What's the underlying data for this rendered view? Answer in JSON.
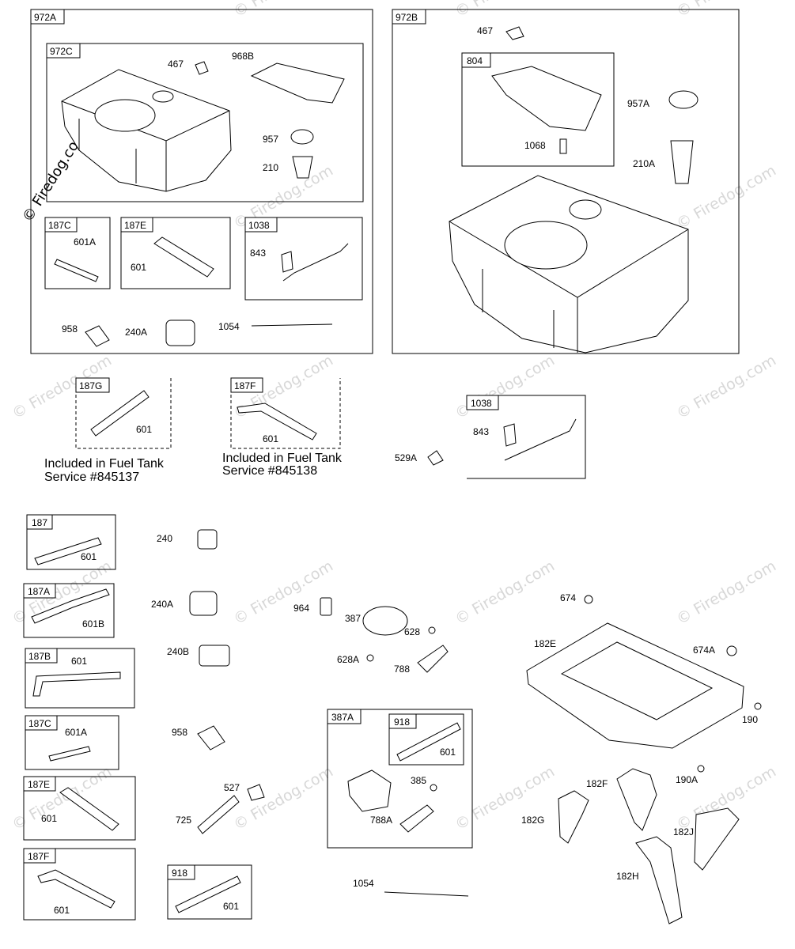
{
  "watermark": {
    "site": "Firedog.com",
    "mark": "© Firedog.com"
  },
  "kits": {
    "k972A": "972A",
    "k972C": "972C",
    "k972B": "972B",
    "k804": "804",
    "k187C_top": "187C",
    "k187E_top": "187E",
    "k1038_top": "1038",
    "k187G": "187G",
    "k187F_top": "187F",
    "k1038_mid": "1038",
    "k187": "187",
    "k187A": "187A",
    "k187B": "187B",
    "k187C": "187C",
    "k187E": "187E",
    "k187F": "187F",
    "k918": "918",
    "k387A": "387A",
    "k918_inner": "918"
  },
  "callouts": {
    "c467a": "467",
    "c968B": "968B",
    "c957": "957",
    "c210": "210",
    "c601A_a": "601A",
    "c601_a": "601",
    "c843_a": "843",
    "c958_a": "958",
    "c240A_a": "240A",
    "c1054_a": "1054",
    "c467b": "467",
    "c957A": "957A",
    "c1068": "1068",
    "c210A": "210A",
    "c601_g": "601",
    "c601_f": "601",
    "c843_b": "843",
    "c529A": "529A",
    "c601_187": "601",
    "c240": "240",
    "c601B": "601B",
    "c240A_b": "240A",
    "c964": "964",
    "c387": "387",
    "c628": "628",
    "c628A": "628A",
    "c788": "788",
    "c601_187B": "601",
    "c240B": "240B",
    "c674": "674",
    "c182E": "182E",
    "c674A": "674A",
    "c601A_b": "601A",
    "c958_b": "958",
    "c190": "190",
    "c601_918i": "601",
    "c385": "385",
    "c788A": "788A",
    "c190A": "190A",
    "c182F": "182F",
    "c601_187E": "601",
    "c527": "527",
    "c725": "725",
    "c182G": "182G",
    "c182J": "182J",
    "c1054_b": "1054",
    "c182H": "182H",
    "c601_187F": "601",
    "c601_918": "601"
  },
  "notes": {
    "service_a_line1": "Included in Fuel Tank",
    "service_a_line2": "Service #845137",
    "service_b_line1": "Included in Fuel Tank",
    "service_b_line2": "Service #845138"
  }
}
